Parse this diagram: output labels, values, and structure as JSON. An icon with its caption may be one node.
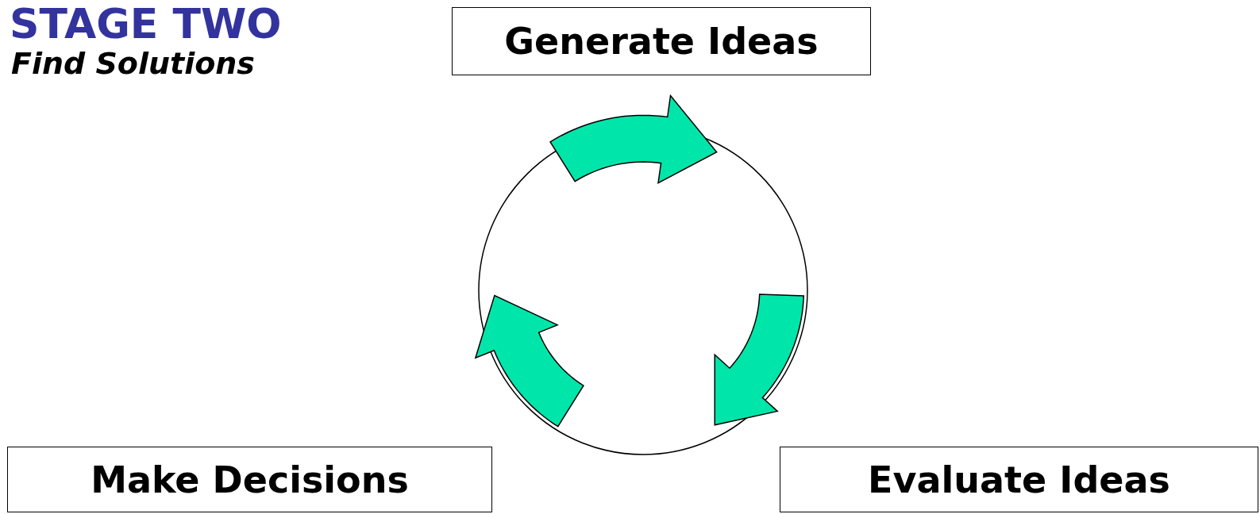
{
  "diagram": {
    "title": "STAGE TWO",
    "nodes": [
      {
        "text": [
          "Generate Ideas"
        ]
      },
      {
        "text": [
          "Evaluate Ideas"
        ]
      },
      {
        "text": [
          "Make Decisions"
        ]
      }
    ],
    "edges": [],
    "labels": [
      "Find Solutions"
    ]
  }
}
